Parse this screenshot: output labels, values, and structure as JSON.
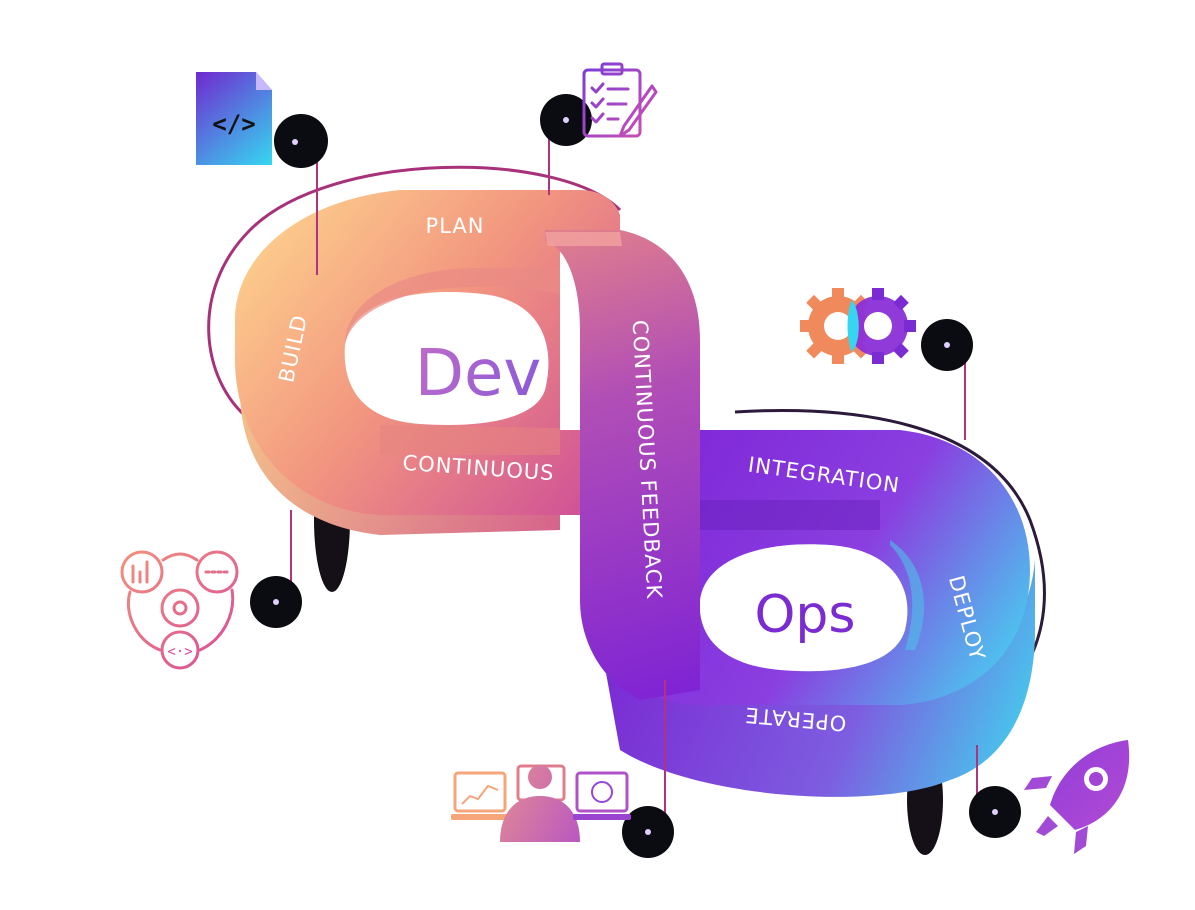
{
  "diagram": {
    "dev_label": "Dev",
    "ops_label": "Ops",
    "stages": {
      "plan": "PLAN",
      "build": "BUILD",
      "continuous": "CONTINUOUS",
      "continuous_feedback": "CONTINUOUS FEEDBACK",
      "integration": "INTEGRATION",
      "deploy": "DEPLOY",
      "operate": "OPERATE"
    },
    "icons": {
      "code_file": "code-file-icon",
      "clipboard": "clipboard-checklist-icon",
      "gears": "gears-icon",
      "cycle": "cycle-analytics-icon",
      "monitoring": "operator-monitoring-icon",
      "rocket": "rocket-icon"
    },
    "colors": {
      "warm_start": "#ffcf8e",
      "warm_mid": "#f08a86",
      "pink": "#d44a9a",
      "purple": "#8f2bd6",
      "violet": "#6a2bd1",
      "cyan": "#39e6f2",
      "dark_dot": "#0b0b12"
    }
  }
}
